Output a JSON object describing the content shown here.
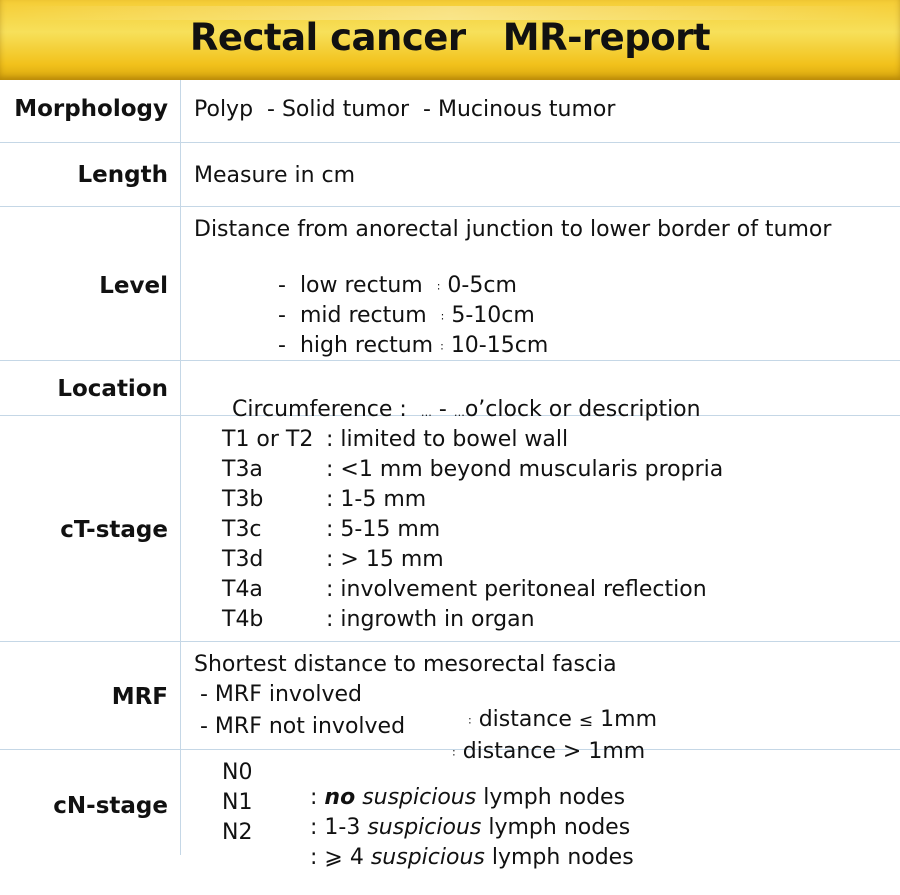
{
  "title": "Rectal cancer   MR-report",
  "rows": {
    "morphology": {
      "label": "Morphology",
      "text": "Polyp  - Solid tumor  - Mucinous tumor"
    },
    "length": {
      "label": "Length",
      "text": "Measure in cm"
    },
    "level": {
      "label": "Level",
      "intro": "Distance from anorectal junction to lower border of tumor",
      "items": [
        {
          "dash": "-",
          "name": "low rectum",
          "sep": ":",
          "value": "0-5cm"
        },
        {
          "dash": "-",
          "name": "mid rectum",
          "sep": ":",
          "value": "5-10cm"
        },
        {
          "dash": "-",
          "name": "high rectum",
          "sep": ":",
          "value": "10-15cm"
        }
      ]
    },
    "location": {
      "label": "Location",
      "prefix": "Circumference :",
      "dots1": "…",
      "dash": "-",
      "dots2": "…",
      "suffix": "o’clock or description"
    },
    "ct_stage": {
      "label": "cT-stage",
      "items": [
        {
          "stage": "T1 or T2",
          "desc": ": limited to bowel wall"
        },
        {
          "stage": "T3a",
          "desc": ": <1 mm beyond muscularis propria"
        },
        {
          "stage": "T3b",
          "desc": ": 1-5 mm"
        },
        {
          "stage": "T3c",
          "desc": ": 5-15 mm"
        },
        {
          "stage": "T3d",
          "desc": ": > 15 mm"
        },
        {
          "stage": "T4a",
          "desc": ": involvement peritoneal reflection"
        },
        {
          "stage": "T4b",
          "desc": ": ingrowth in organ"
        }
      ]
    },
    "mrf": {
      "label": "MRF",
      "intro": "Shortest distance to mesorectal fascia",
      "items": [
        {
          "name": "- MRF involved",
          "sep": ":",
          "rest_prefix": "distance ",
          "sym": "≤",
          "rest_suffix": " 1mm"
        },
        {
          "name": "- MRF not involved",
          "sep": ":",
          "rest_prefix": "distance > 1mm",
          "sym": "",
          "rest_suffix": ""
        }
      ]
    },
    "cn_stage": {
      "label": "cN-stage",
      "items": [
        {
          "stage": "N0",
          "colon": ":",
          "bold": "no",
          "italic": "suspicious",
          "plain": " lymph nodes",
          "pre": " "
        },
        {
          "stage": "N1",
          "colon": ":",
          "bold": "",
          "italic": "suspicious",
          "plain": " lymph nodes",
          "pre": " 1-3 "
        },
        {
          "stage": "N2",
          "colon": ":",
          "bold": "",
          "italic": "suspicious",
          "plain": " lymph nodes",
          "pre": " ⩾ 4 "
        }
      ]
    }
  }
}
